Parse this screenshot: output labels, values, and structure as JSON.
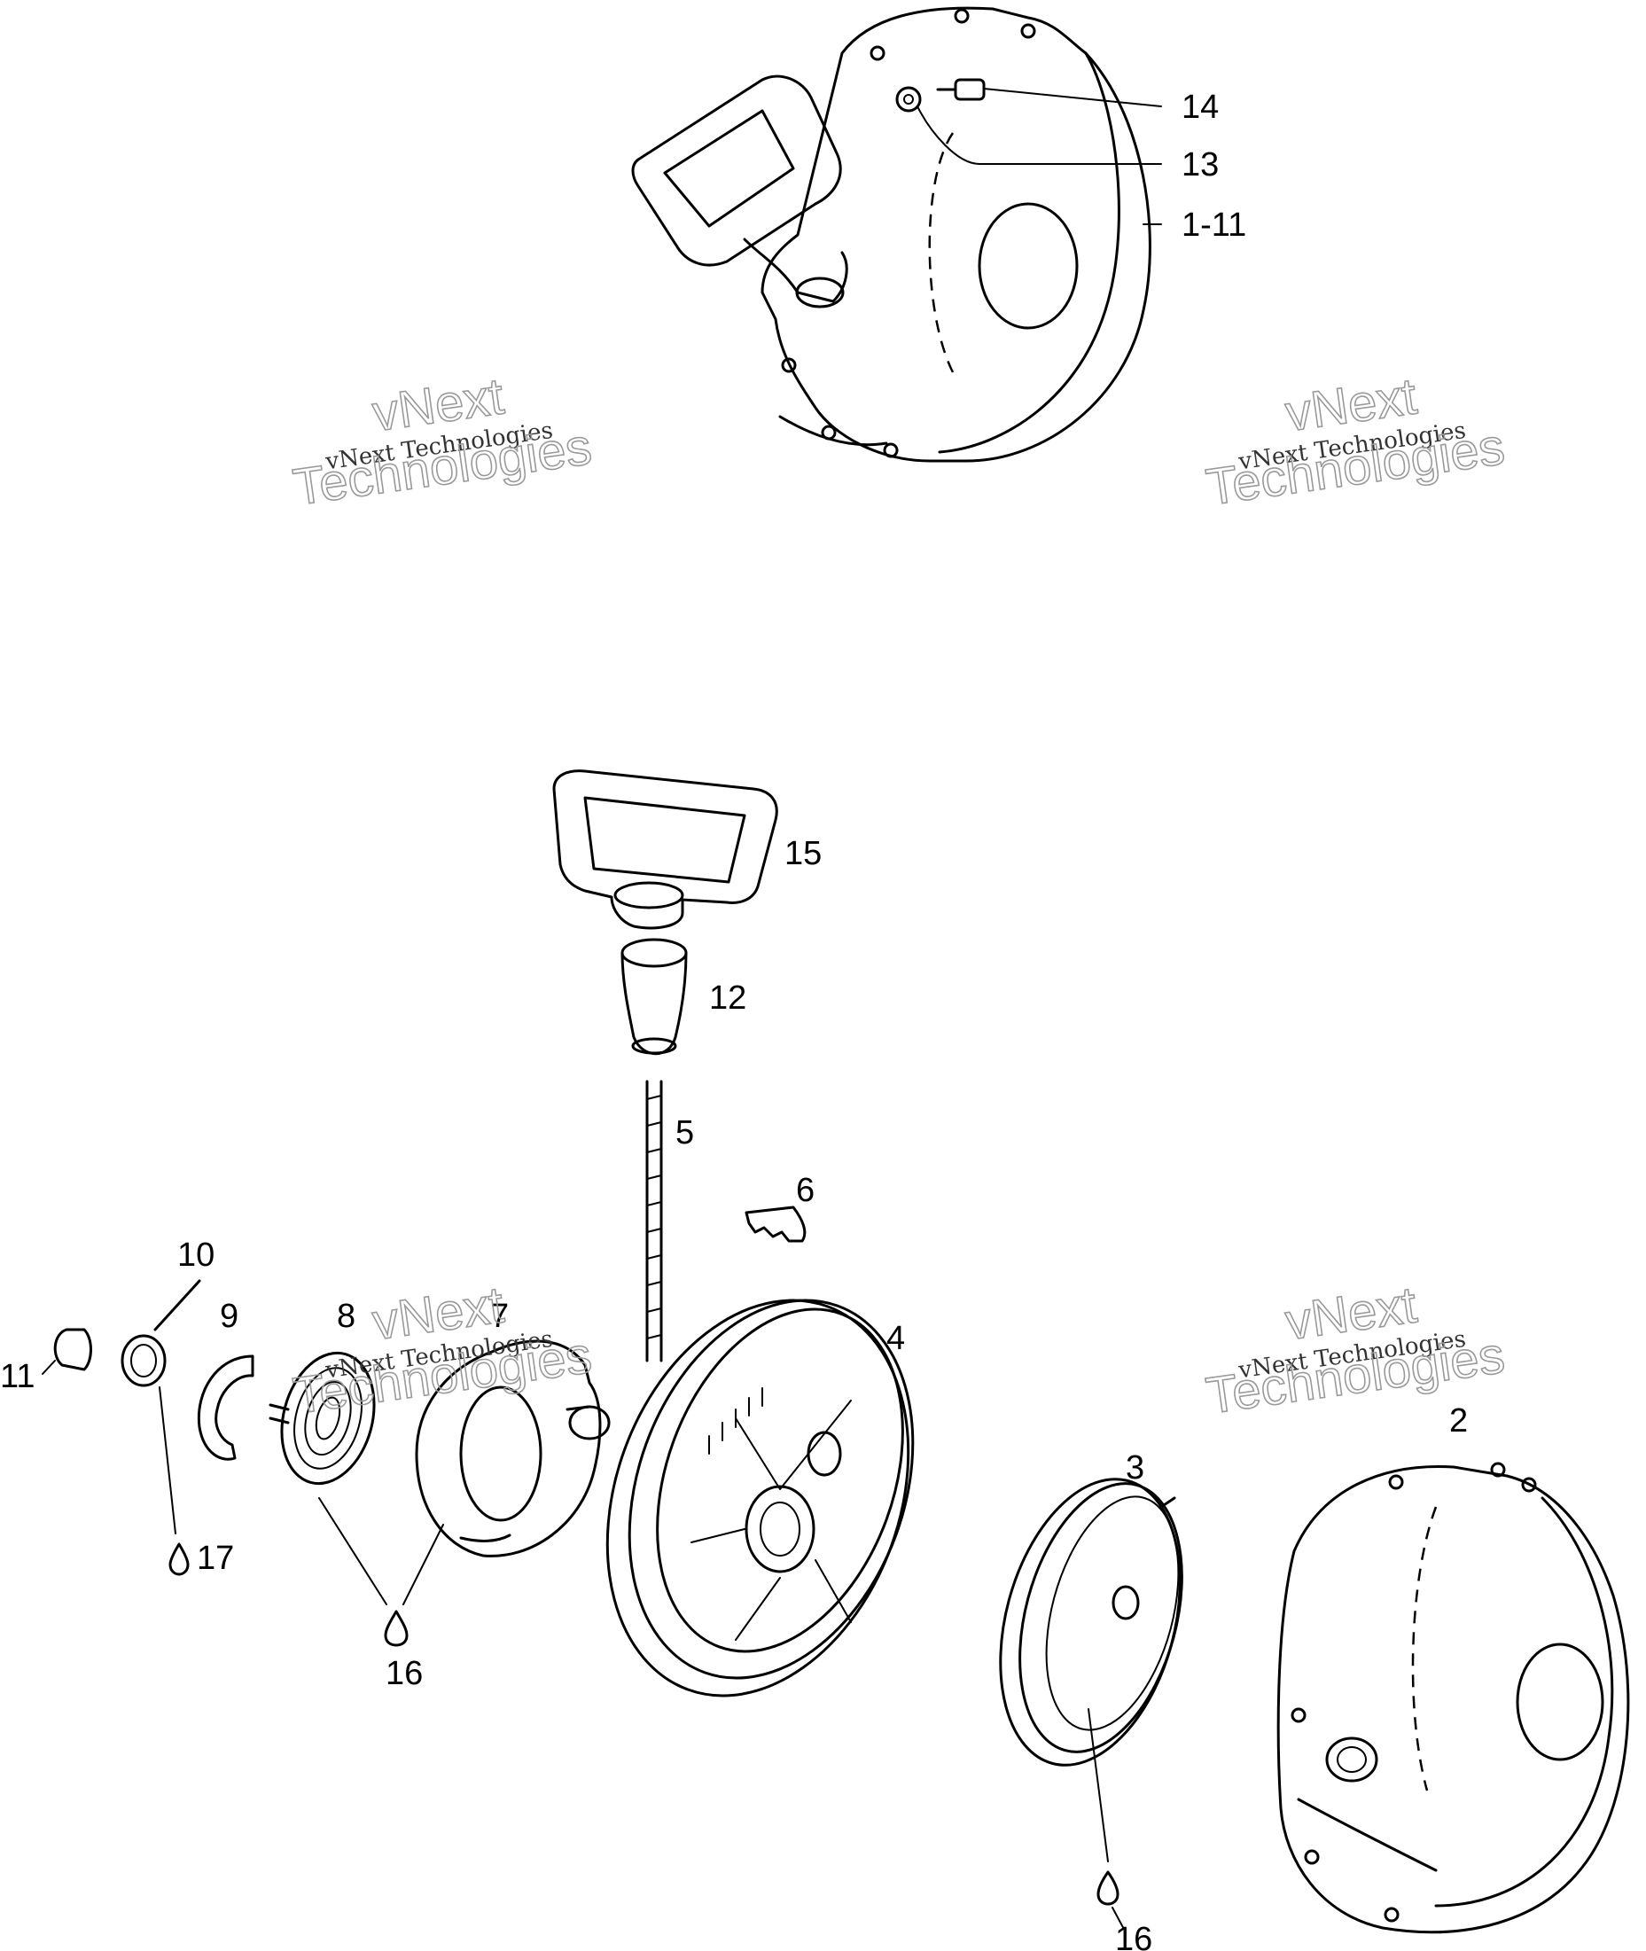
{
  "labels": {
    "p14": "14",
    "p13": "13",
    "p1_11": "1-11",
    "p15": "15",
    "p12": "12",
    "p5": "5",
    "p6": "6",
    "p10": "10",
    "p9": "9",
    "p8": "8",
    "p7": "7",
    "p4": "4",
    "p11": "11",
    "p17": "17",
    "p16a": "16",
    "p3": "3",
    "p2": "2",
    "p16b": "16"
  },
  "watermark": {
    "brand_short": "vNext",
    "brand_full": "vNext Technologies",
    "brand_word": "Technologies"
  }
}
